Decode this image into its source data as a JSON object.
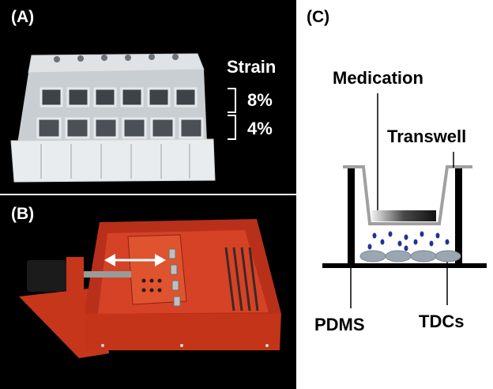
{
  "panels": {
    "a": {
      "label": "(A)",
      "strain_title": "Strain",
      "strain_values": [
        "8%",
        "4%"
      ]
    },
    "b": {
      "label": "(B)"
    },
    "c": {
      "label": "(C)",
      "medication": "Medication",
      "transwell": "Transwell",
      "pdms": "PDMS",
      "tdcs": "TDCs"
    }
  },
  "colors": {
    "device_orange": "#c6361b",
    "plastic_white": "#e8ecef",
    "wall_gray": "#a0a0a0",
    "dot_blue": "#24338f",
    "cell_gray": "#9aa6b2"
  }
}
